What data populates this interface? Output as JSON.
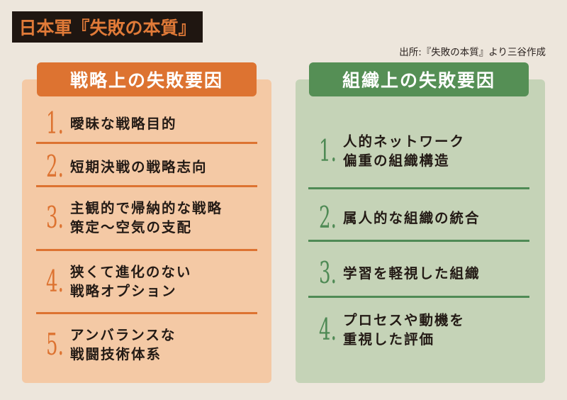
{
  "title": "日本軍『失敗の本質』",
  "source": "出所:『失敗の本質』より三谷作成",
  "colors": {
    "background": "#ede6dc",
    "title_bg": "#1f1611",
    "title_text": "#e07a38",
    "left_accent": "#dd7331",
    "left_panel": "#f4c9a5",
    "right_accent": "#558f55",
    "right_panel": "#c5d3b7"
  },
  "left": {
    "header": "戦略上の失敗要因",
    "items": [
      {
        "num": "1.",
        "lines": [
          "曖昧な戦略目的"
        ]
      },
      {
        "num": "2.",
        "lines": [
          "短期決戦の戦略志向"
        ]
      },
      {
        "num": "3.",
        "lines": [
          "主観的で帰納的な戦略",
          "策定〜空気の支配"
        ]
      },
      {
        "num": "4.",
        "lines": [
          "狭くて進化のない",
          "戦略オプション"
        ]
      },
      {
        "num": "5.",
        "lines": [
          "アンバランスな",
          "戦闘技術体系"
        ]
      }
    ]
  },
  "right": {
    "header": "組織上の失敗要因",
    "items": [
      {
        "num": "1.",
        "lines": [
          "人的ネットワーク",
          "偏重の組織構造"
        ]
      },
      {
        "num": "2.",
        "lines": [
          "属人的な組織の統合"
        ]
      },
      {
        "num": "3.",
        "lines": [
          "学習を軽視した組織"
        ]
      },
      {
        "num": "4.",
        "lines": [
          "プロセスや動機を",
          "重視した評価"
        ]
      }
    ]
  }
}
